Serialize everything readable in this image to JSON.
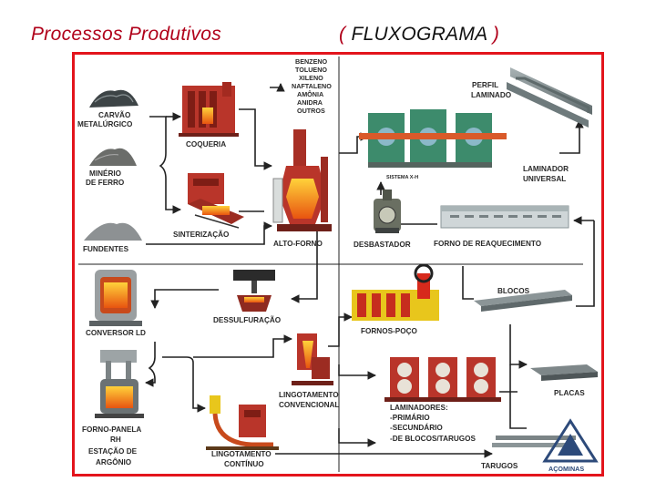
{
  "header": {
    "title_left": "Processos  Produtivos",
    "title_right_open": "( ",
    "title_right_main": "FLUXOGRAMA",
    "title_right_close": " )"
  },
  "colors": {
    "frame": "#e3141c",
    "title": "#b0001a",
    "equipment_red": "#b9352a",
    "steel_gray": "#7f8a8c",
    "flow_line": "#222222"
  },
  "labels": {
    "carvao_1": "CARVÃO",
    "carvao_2": "METALÚRGICO",
    "minerio_1": "MINÉRIO",
    "minerio_2": "DE FERRO",
    "fundentes": "FUNDENTES",
    "coqueria": "COQUERIA",
    "sinterizacao": "SINTERIZAÇÃO",
    "alto_forno": "ALTO-FORNO",
    "gases": [
      "BENZENO",
      "TOLUENO",
      "XILENO",
      "NAFTALENO",
      "AMÔNIA",
      "ANIDRA",
      "OUTROS"
    ],
    "perfil_1": "PERFIL",
    "perfil_2": "LAMINADO",
    "sistema": "SISTEMA X-H",
    "laminador_1": "LAMINADOR",
    "laminador_2": "UNIVERSAL",
    "desbastador": "DESBASTADOR",
    "forno_reaquecimento": "FORNO DE REAQUECIMENTO",
    "blocos": "BLOCOS",
    "fornos_poco": "FORNOS-POÇO",
    "dessulfuracao": "DESSULFURAÇÃO",
    "conversor": "CONVERSOR LD",
    "lingotamento_conv_1": "LINGOTAMENTO",
    "lingotamento_conv_2": "CONVENCIONAL",
    "laminadores": [
      "LAMINADORES:",
      "-PRIMÁRIO",
      "-SECUNDÁRIO",
      "-DE BLOCOS/TARUGOS"
    ],
    "placas": "PLACAS",
    "forno_panela": [
      "FORNO-PANELA",
      "RH",
      "ESTAÇÃO DE",
      "ARGÔNIO"
    ],
    "lingotamento_cont_1": "LINGOTAMENTO",
    "lingotamento_cont_2": "CONTÍNUO",
    "tarugos": "TARUGOS",
    "logo": "AÇOMINAS"
  }
}
